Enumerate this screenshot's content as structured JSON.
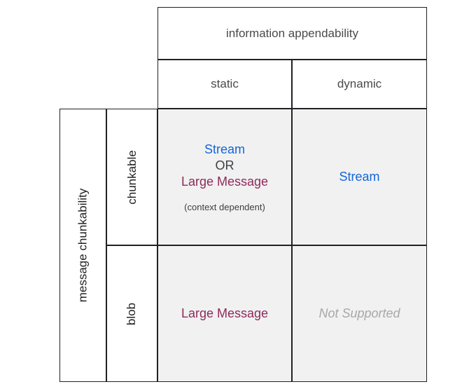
{
  "matrix": {
    "column_axis": {
      "title": "information appendability",
      "categories": [
        "static",
        "dynamic"
      ]
    },
    "row_axis": {
      "title": "message chunkability",
      "categories": [
        "chunkable",
        "blob"
      ]
    },
    "cells": {
      "chunkable_static": {
        "primary": "Stream",
        "conjunction": "OR",
        "secondary": "Large Message",
        "note": "(context dependent)"
      },
      "chunkable_dynamic": {
        "primary": "Stream"
      },
      "blob_static": {
        "primary": "Large Message"
      },
      "blob_dynamic": {
        "primary": "Not Supported"
      }
    }
  },
  "colors": {
    "stream": "#1565d8",
    "large_message": "#8e2a5c",
    "unsupported": "#a8a8a8",
    "neutral_text": "#3c4043",
    "header_text": "#4a4a4a",
    "border": "#202124",
    "cell_tint": "#f1f1f1",
    "cell_white": "#ffffff"
  }
}
